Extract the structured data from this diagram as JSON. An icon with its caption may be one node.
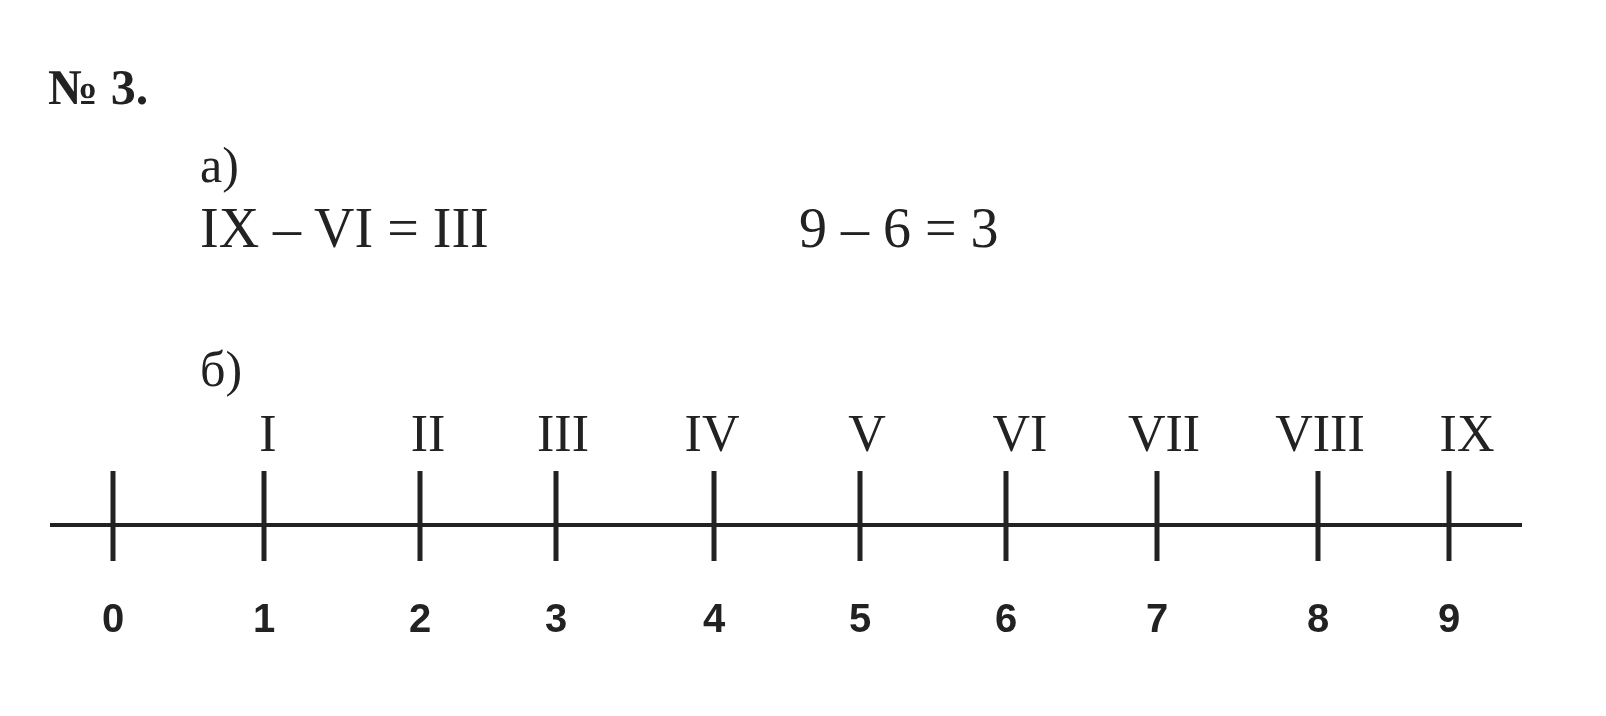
{
  "diagram": {
    "title": "№ 3.",
    "labels": [
      "а)",
      "IX – VI = III",
      "9 – 6 = 3",
      "б)",
      "I",
      "II",
      "III",
      "IV",
      "V",
      "VI",
      "VII",
      "VIII",
      "IX",
      "0",
      "1",
      "2",
      "3",
      "4",
      "5",
      "6",
      "7",
      "8",
      "9"
    ]
  }
}
